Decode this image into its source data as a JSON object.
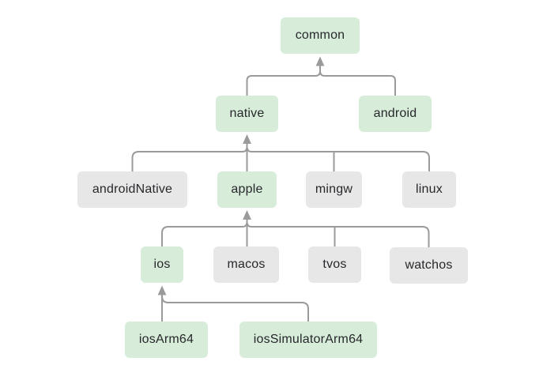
{
  "diagram": {
    "type": "tree",
    "description": "Source set hierarchy tree with arrows pointing from child nodes up to parent nodes",
    "colors": {
      "node_green": "#d7ecd9",
      "node_gray": "#e7e7e7",
      "connector": "#9a9a9a",
      "text": "#27282c",
      "background": "#ffffff"
    },
    "nodes": [
      {
        "id": "common",
        "label": "common",
        "variant": "green"
      },
      {
        "id": "native",
        "label": "native",
        "variant": "green"
      },
      {
        "id": "android",
        "label": "android",
        "variant": "green"
      },
      {
        "id": "androidNative",
        "label": "androidNative",
        "variant": "gray"
      },
      {
        "id": "apple",
        "label": "apple",
        "variant": "green"
      },
      {
        "id": "mingw",
        "label": "mingw",
        "variant": "gray"
      },
      {
        "id": "linux",
        "label": "linux",
        "variant": "gray"
      },
      {
        "id": "ios",
        "label": "ios",
        "variant": "green"
      },
      {
        "id": "macos",
        "label": "macos",
        "variant": "gray"
      },
      {
        "id": "tvos",
        "label": "tvos",
        "variant": "gray"
      },
      {
        "id": "watchos",
        "label": "watchos",
        "variant": "gray"
      },
      {
        "id": "iosArm64",
        "label": "iosArm64",
        "variant": "green"
      },
      {
        "id": "iosSimulatorArm64",
        "label": "iosSimulatorArm64",
        "variant": "green"
      }
    ],
    "edges": [
      {
        "from": "native",
        "to": "common"
      },
      {
        "from": "android",
        "to": "common"
      },
      {
        "from": "androidNative",
        "to": "native"
      },
      {
        "from": "apple",
        "to": "native"
      },
      {
        "from": "mingw",
        "to": "native"
      },
      {
        "from": "linux",
        "to": "native"
      },
      {
        "from": "ios",
        "to": "apple"
      },
      {
        "from": "macos",
        "to": "apple"
      },
      {
        "from": "tvos",
        "to": "apple"
      },
      {
        "from": "watchos",
        "to": "apple"
      },
      {
        "from": "iosArm64",
        "to": "ios"
      },
      {
        "from": "iosSimulatorArm64",
        "to": "ios"
      }
    ]
  }
}
